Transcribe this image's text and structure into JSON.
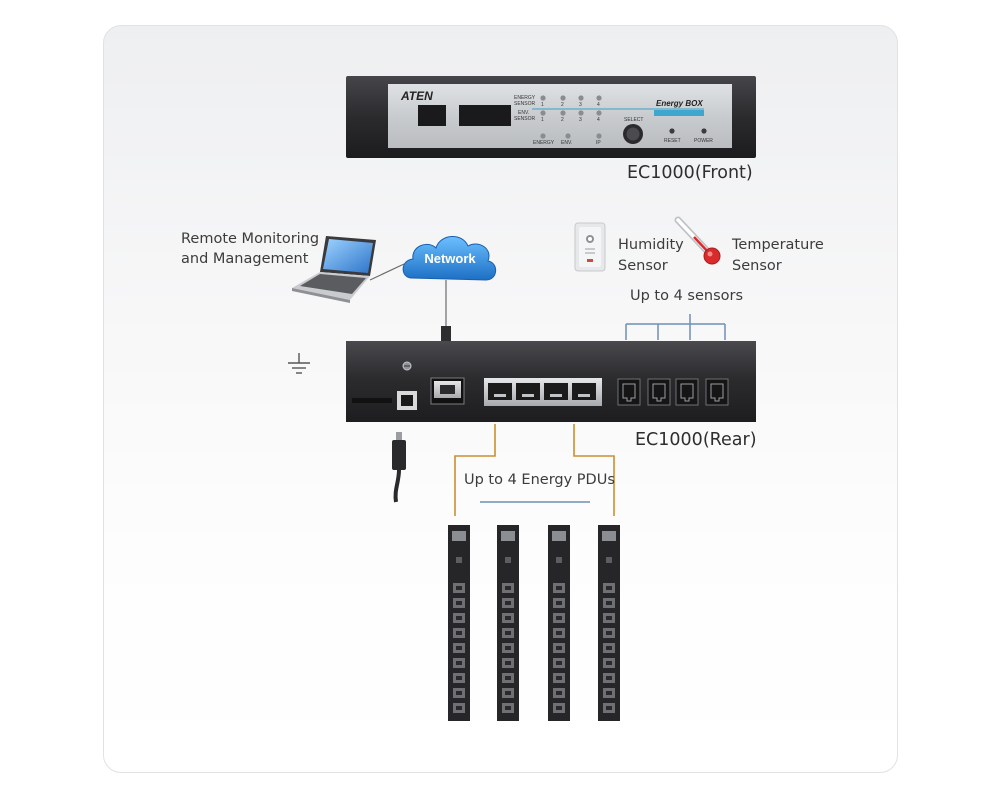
{
  "front": {
    "brand": "ATEN",
    "product": "Energy BOX",
    "energy_sensor_label": [
      "ENERGY",
      "SENSOR"
    ],
    "env_sensor_label": [
      "ENV.",
      "SENSOR"
    ],
    "port_numbers": [
      "1",
      "2",
      "3",
      "4"
    ],
    "status_leds": [
      "ENERGY",
      "ENV.",
      "IP"
    ],
    "select_label": "SELECT",
    "reset_label": "RESET",
    "power_label": "POWER",
    "caption": "EC1000(Front)"
  },
  "remote": {
    "line1": "Remote Monitoring",
    "line2": "and Management"
  },
  "network": {
    "label": "Network"
  },
  "humidity": {
    "line1": "Humidity",
    "line2": "Sensor"
  },
  "temperature": {
    "line1": "Temperature",
    "line2": "Sensor"
  },
  "sensors_caption": "Up to 4 sensors",
  "rear": {
    "caption": "EC1000(Rear)"
  },
  "pdus": {
    "caption": "Up to 4 Energy PDUs",
    "count": 4,
    "outlets_per_pdu": 9
  },
  "colors": {
    "device_dark": "#2a2a2c",
    "connector": "#c9902f",
    "sensor_bracket": "#6f8fb6",
    "network_cloud": "#2f8ee0",
    "panel_accent": "#3a9fc6"
  }
}
